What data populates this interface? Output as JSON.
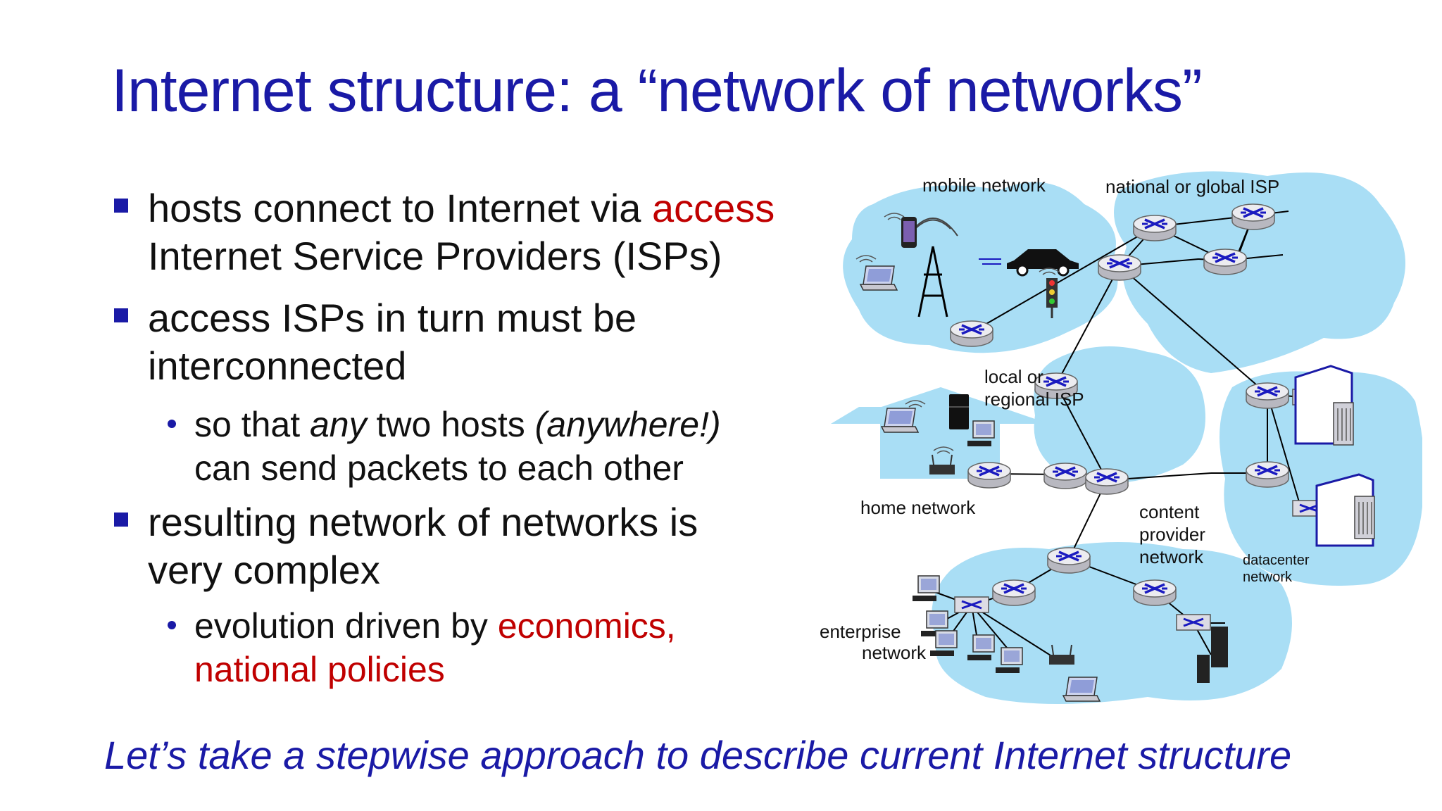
{
  "slide": {
    "title": "Internet structure: a “network of networks”",
    "bullets": [
      {
        "pre": "hosts connect to Internet via ",
        "red": "access",
        "line2": "Internet Service Providers (ISPs)"
      },
      {
        "line1": "access ISPs in turn must be",
        "line2": "interconnected"
      },
      {
        "line1": "resulting network of networks is",
        "line2": "very complex"
      }
    ],
    "sub_bullets": [
      {
        "pre": "so that ",
        "italic1": "any",
        "mid": " two hosts ",
        "italic2": "(anywhere!)",
        "line2": "can send packets to each other"
      },
      {
        "pre": "evolution driven by ",
        "red1": "economics,",
        "red2": "national policies"
      }
    ],
    "footer": "Let’s take a stepwise approach to describe current Internet structure"
  },
  "diagram": {
    "labels": {
      "mobile": "mobile network",
      "national": "national or global ISP",
      "local_1": "local or",
      "local_2": "regional ISP",
      "home": "home network",
      "content_1": "content",
      "content_2": "provider",
      "content_3": "network",
      "datacenter_1": "datacenter",
      "datacenter_2": "network",
      "enterprise_1": "enterprise",
      "enterprise_2": "network"
    },
    "colors": {
      "cloud": "#a9def5",
      "router_top": "#e8e8ec",
      "router_x": "#1a1ac0",
      "link": "#000000",
      "accent": "#1a1aa6",
      "highlight": "#c00000"
    }
  }
}
